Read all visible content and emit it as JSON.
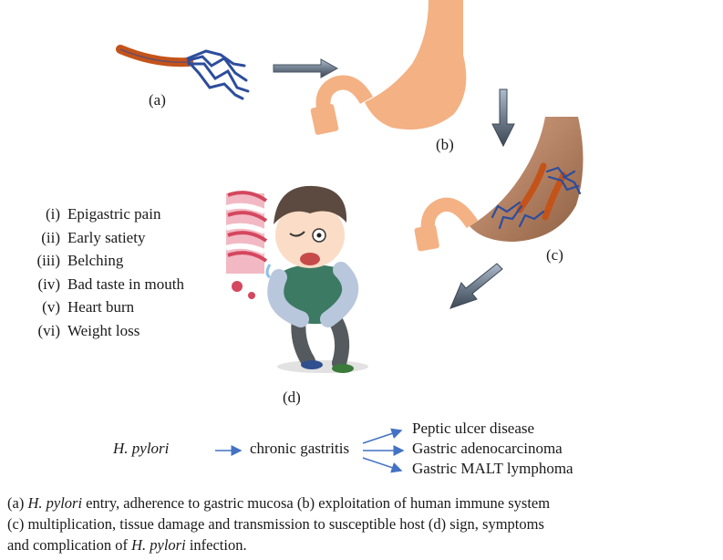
{
  "panels": {
    "a_label": "(a)",
    "b_label": "(b)",
    "c_label": "(c)",
    "d_label": "(d)"
  },
  "symptoms": [
    {
      "num": "(i)",
      "text": "Epigastric pain"
    },
    {
      "num": "(ii)",
      "text": "Early satiety"
    },
    {
      "num": "(iii)",
      "text": "Belching"
    },
    {
      "num": "(iv)",
      "text": "Bad taste in mouth"
    },
    {
      "num": "(v)",
      "text": "Heart burn"
    },
    {
      "num": "(vi)",
      "text": "Weight loss"
    }
  ],
  "flow": {
    "source": "H. pylori",
    "middle": "chronic gastritis",
    "outcomes": [
      "Peptic ulcer disease",
      "Gastric adenocarcinoma",
      "Gastric MALT lymphoma"
    ]
  },
  "caption": {
    "line1_a": "(a) ",
    "line1_b": "H. pylori",
    "line1_c": " entry, adherence to gastric mucosa (b) exploitation of human immune system",
    "line2": "(c) multiplication, tissue damage and transmission to susceptible host (d) sign, symptoms",
    "line3_a": "and complication of ",
    "line3_b": "H. pylori",
    "line3_c": " infection."
  },
  "colors": {
    "bacterium_body": "#c4531a",
    "flagella": "#2d4d9c",
    "stomach": "#f4b183",
    "stomach_infected": "#a9765a",
    "arrow": "#5a6675",
    "flow_arrow": "#4472c4"
  }
}
